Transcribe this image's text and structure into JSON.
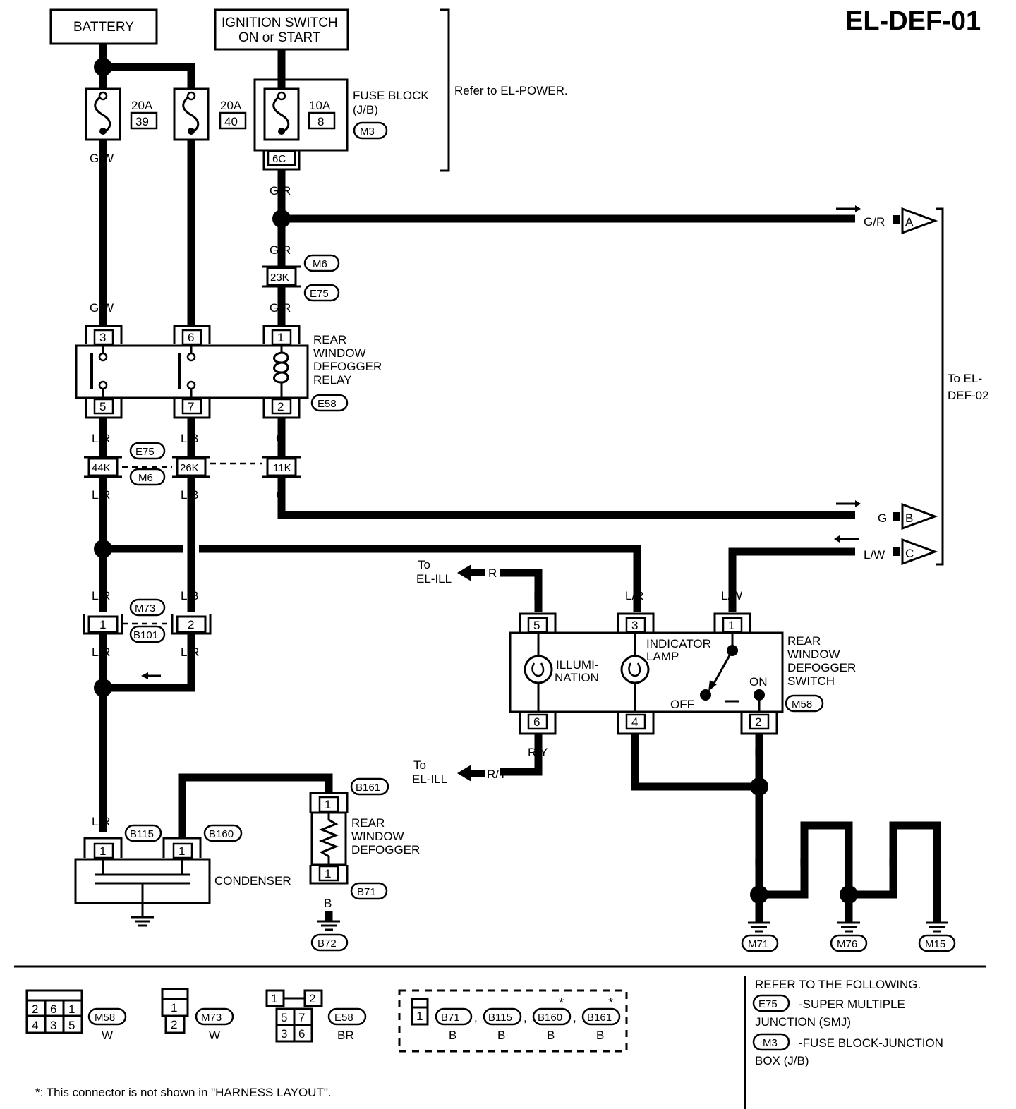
{
  "page": {
    "title": "EL-DEF-01",
    "battery": "BATTERY",
    "ignition": [
      "IGNITION SWITCH",
      "ON or START"
    ],
    "refer_power": "Refer to EL-POWER.",
    "fuse_block": [
      "FUSE BLOCK",
      "(J/B)"
    ],
    "fuse_block_conn": "M3",
    "fuses": [
      {
        "amp": "20A",
        "num": "39"
      },
      {
        "amp": "20A",
        "num": "40"
      },
      {
        "amp": "10A",
        "num": "8"
      }
    ],
    "to_def02": [
      "To EL-",
      "DEF-02"
    ],
    "to_ill": [
      "To",
      "EL-ILL"
    ]
  },
  "wires": {
    "gw": "G/W",
    "r": "R",
    "gr": "G/R",
    "lr": "L/R",
    "lb": "L/B",
    "g": "G",
    "lw": "L/W",
    "ry": "R/Y",
    "b": "B"
  },
  "connectors": {
    "c6c": "6C",
    "c23k": "23K",
    "c44k": "44K",
    "c26k": "26K",
    "c11k": "11K",
    "m6": "M6",
    "e75": "E75",
    "e58": "E58",
    "m73": "M73",
    "b101": "B101",
    "m58": "M58",
    "b161": "B161",
    "b71": "B71",
    "b72": "B72",
    "b115": "B115",
    "b160": "B160",
    "m71": "M71",
    "m76": "M76",
    "m15": "M15"
  },
  "pins": {
    "relay_top": [
      "3",
      "6",
      "1"
    ],
    "relay_bottom": [
      "5",
      "7",
      "2"
    ],
    "m73_pins": [
      "1",
      "2"
    ],
    "switch_top": [
      "5",
      "3",
      "1"
    ],
    "switch_bottom": [
      "6",
      "4",
      "2"
    ],
    "one": "1"
  },
  "relay": [
    "REAR",
    "WINDOW",
    "DEFOGGER",
    "RELAY"
  ],
  "switch": {
    "name": [
      "REAR",
      "WINDOW",
      "DEFOGGER",
      "SWITCH"
    ],
    "indicator": [
      "INDICATOR",
      "LAMP"
    ],
    "illumination": [
      "ILLUMI-",
      "NATION"
    ],
    "off": "OFF",
    "on": "ON"
  },
  "defogger": [
    "REAR",
    "WINDOW",
    "DEFOGGER"
  ],
  "condenser": "CONDENSER",
  "offpage": {
    "a": "A",
    "b": "B",
    "c": "C"
  },
  "legend": {
    "m58": {
      "grid": [
        "2",
        "6",
        "1",
        "4",
        "3",
        "5"
      ],
      "id": "M58",
      "color": "W"
    },
    "m73": {
      "grid": [
        "1",
        "2"
      ],
      "id": "M73",
      "color": "W"
    },
    "e58": {
      "grid": [
        "1",
        "2",
        "5",
        "7",
        "3",
        "6"
      ],
      "id": "E58",
      "color": "BR"
    },
    "group": {
      "pin": "1",
      "ids": [
        "B71",
        "B115",
        "B160",
        "B161"
      ],
      "color": "B",
      "sep": ","
    },
    "star": "*",
    "refer": "REFER TO THE FOLLOWING.",
    "e75_id": "E75",
    "e75_desc": [
      "-SUPER MULTIPLE",
      "JUNCTION (SMJ)"
    ],
    "m3_id": "M3",
    "m3_desc": [
      "-FUSE BLOCK-JUNCTION",
      "BOX (J/B)"
    ],
    "footnote": "*: This connector is not shown in \"HARNESS LAYOUT\"."
  }
}
